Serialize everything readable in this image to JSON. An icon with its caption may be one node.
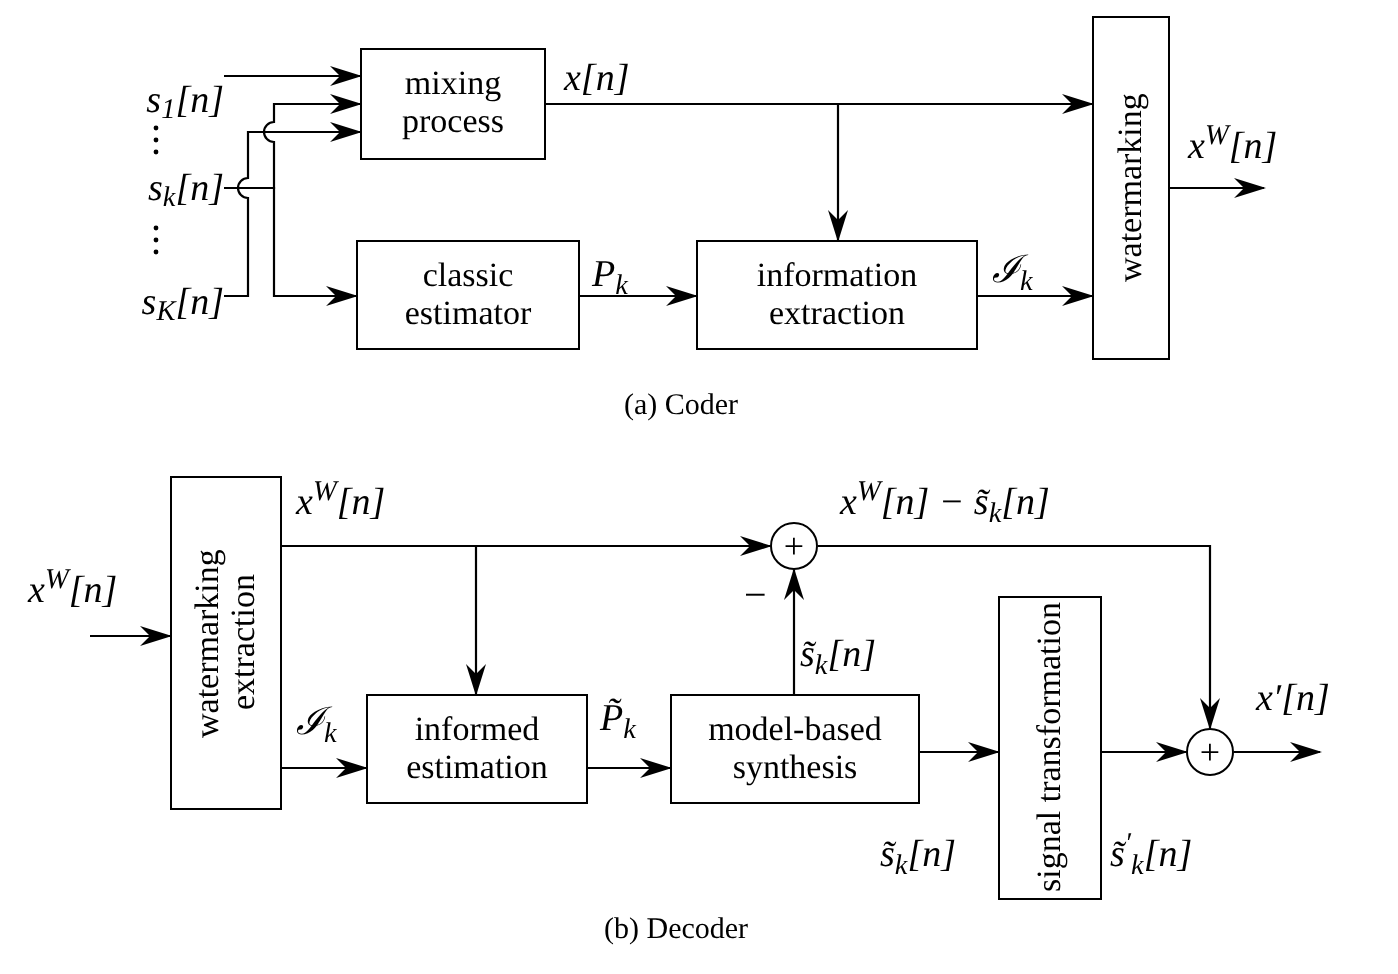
{
  "diagram": {
    "nodes": [
      {
        "text": [
          "s$_{1}$[n]"
        ]
      },
      {
        "text": [
          "s$_{k}$[n]"
        ]
      },
      {
        "text": [
          "s$_{K}$[n]"
        ]
      },
      {
        "text": [
          "mixing process"
        ]
      },
      {
        "text": [
          "classic estimator"
        ]
      },
      {
        "text": [
          "information extraction"
        ]
      },
      {
        "text": [
          "watermarking"
        ]
      },
      {
        "text": [
          "watermarking extraction"
        ]
      },
      {
        "text": [
          "informed estimation"
        ]
      },
      {
        "text": [
          "model-based synthesis"
        ]
      },
      {
        "text": [
          "+"
        ]
      },
      {
        "text": [
          "signal transformation"
        ]
      },
      {
        "text": [
          "+"
        ]
      }
    ],
    "edges": [
      {
        "from": 0,
        "to": 3,
        "arrow": "to"
      },
      {
        "from": 1,
        "to": 3,
        "arrow": "to"
      },
      {
        "from": 2,
        "to": 3,
        "arrow": "to"
      },
      {
        "from": 1,
        "to": 4,
        "arrow": "to"
      },
      {
        "from": 3,
        "to": 6,
        "arrow": "to",
        "label": "x[n]"
      },
      {
        "from": 3,
        "to": 5,
        "arrow": "to"
      },
      {
        "from": 4,
        "to": 5,
        "arrow": "to",
        "label": "P$_{k}$"
      },
      {
        "from": 5,
        "to": 6,
        "arrow": "to",
        "label": "ℐ$_{k}$"
      },
      {
        "from": 6,
        "to": null,
        "arrow": "to",
        "label": "x$^{W}$[n]"
      },
      {
        "from": null,
        "to": 7,
        "arrow": "to",
        "label": "x$^{W}$[n]"
      },
      {
        "from": 7,
        "to": 10,
        "arrow": "to",
        "label": "x$^{W}$[n]"
      },
      {
        "from": 7,
        "to": 8,
        "arrow": "to"
      },
      {
        "from": 7,
        "to": 8,
        "arrow": "to",
        "label": "ℐ$_{k}$"
      },
      {
        "from": 8,
        "to": 9,
        "arrow": "to",
        "label": "P̃$_{k}$"
      },
      {
        "from": 9,
        "to": 10,
        "arrow": "to",
        "label": "s̃$_{k}$[n]"
      },
      {
        "from": 10,
        "to": 12,
        "arrow": "to",
        "label": "x$^{W}$[n] − s̃$_{k}$[n]"
      },
      {
        "from": 9,
        "to": 11,
        "arrow": "to",
        "label": "s̃$_{k}$[n]"
      },
      {
        "from": 11,
        "to": 12,
        "arrow": "to",
        "label": "s̃$^{′}$$_{k}$[n]"
      },
      {
        "from": 12,
        "to": null,
        "arrow": "to",
        "label": "x′[n]"
      }
    ],
    "labels": [
      "−",
      "(a) Coder",
      "(b) Decoder"
    ]
  }
}
